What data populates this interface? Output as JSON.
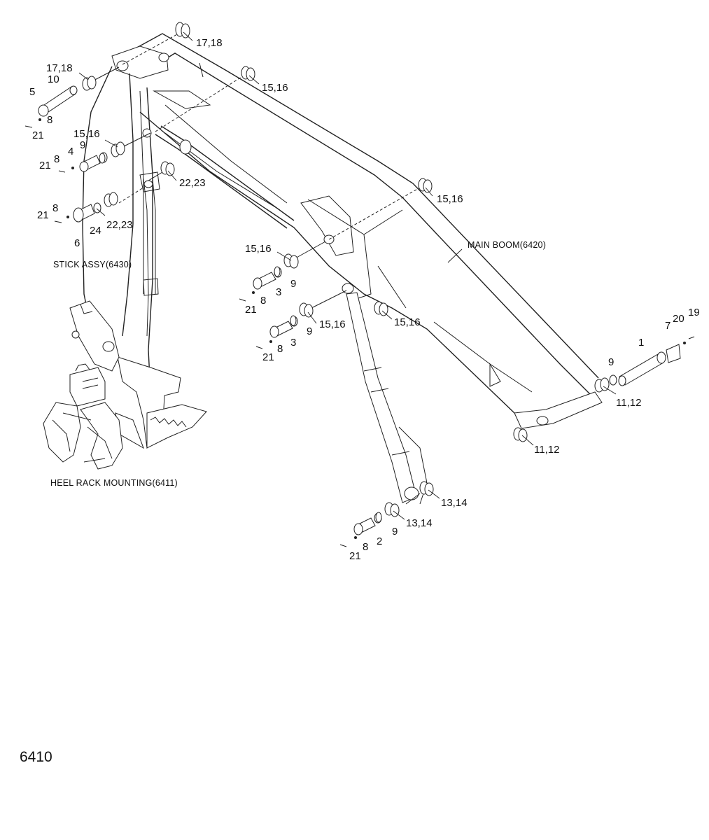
{
  "figure_number": "6410",
  "assemblies": {
    "main_boom": "MAIN BOOM(6420)",
    "stick_assy": "STICK ASSY(6430)",
    "heel_rack": "HEEL RACK MOUNTING(6411)"
  },
  "callouts": {
    "c_17_18_top": "17,18",
    "c_17_18_left": "17,18",
    "c_10": "10",
    "c_5": "5",
    "c_8_a": "8",
    "c_21_a": "21",
    "c_15_16_a": "15,16",
    "c_15_16_b": "15,16",
    "c_9_a": "9",
    "c_4": "4",
    "c_8_b": "8",
    "c_21_b": "21",
    "c_22_23_a": "22,23",
    "c_22_23_b": "22,23",
    "c_8_c": "8",
    "c_21_c": "21",
    "c_24": "24",
    "c_6": "6",
    "c_15_16_c": "15,16",
    "c_15_16_d": "15,16",
    "c_3_a": "3",
    "c_9_b": "9",
    "c_8_d": "8",
    "c_21_d": "21",
    "c_15_16_e": "15,16",
    "c_15_16_f": "15,16",
    "c_9_c": "9",
    "c_3_b": "3",
    "c_8_e": "8",
    "c_21_e": "21",
    "c_19": "19",
    "c_20": "20",
    "c_7": "7",
    "c_1": "1",
    "c_9_d": "9",
    "c_11_12_a": "11,12",
    "c_11_12_b": "11,12",
    "c_13_14_a": "13,14",
    "c_13_14_b": "13,14",
    "c_9_e": "9",
    "c_2": "2",
    "c_8_f": "8",
    "c_21_f": "21"
  }
}
